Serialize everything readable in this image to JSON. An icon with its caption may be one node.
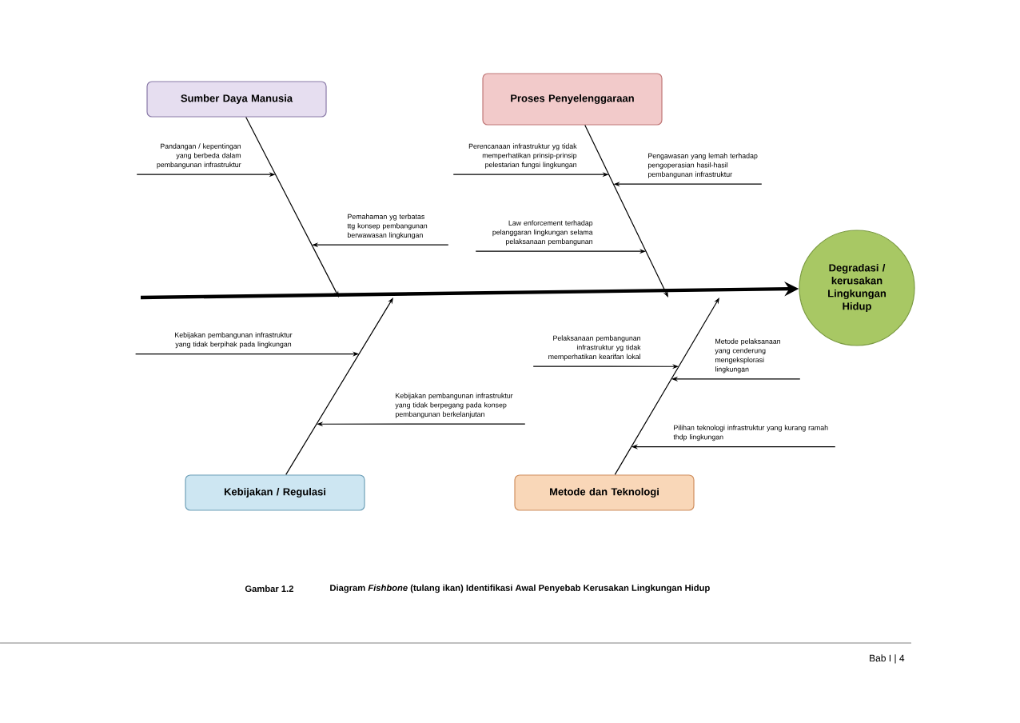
{
  "diagram": {
    "caption": "Diagram *Fishbone* (tulang ikan) Identifikasi Awal Penyebab Kerusakan Lingkungan Hidup",
    "nodes": [
      {
        "text": [
          "Sumber Daya Manusia"
        ]
      },
      {
        "text": [
          "Proses Penyelenggaraan"
        ]
      },
      {
        "text": [
          "Kebijakan / Regulasi"
        ]
      },
      {
        "text": [
          "Metode dan Teknologi"
        ]
      },
      {
        "text": [
          "Degradasi / kerusakan Lingkungan Hidup"
        ]
      },
      {
        "text": [
          "Pandangan / kepentingan yang berbeda dalam pembangunan infrastruktur"
        ]
      },
      {
        "text": [
          "Pemahaman yg terbatas ttg konsep pembangunan berwawasan lingkungan"
        ]
      },
      {
        "text": [
          "Perencanaan infrastruktur yg tidak memperhatikan prinsip-prinsip pelestarian fungsi lingkungan"
        ]
      },
      {
        "text": [
          "Law enforcement terhadap pelanggaran lingkungan selama pelaksanaan pembangunan"
        ]
      },
      {
        "text": [
          "Pengawasan yang lemah terhadap pengoperasian hasil-hasil pembangunan infrastruktur"
        ]
      },
      {
        "text": [
          "Kebijakan pembangunan infrastruktur yang tidak berpihak pada lingkungan"
        ]
      },
      {
        "text": [
          "Kebijakan pembangunan infrastruktur yang tidak berpegang pada konsep pembangunan berkelanjutan"
        ]
      },
      {
        "text": [
          "Pelaksanaan pembangunan infrastruktur yg tidak memperhatikan kearifan lokal"
        ]
      },
      {
        "text": [
          "Metode pelaksanaan yang cenderung mengeksplorasi lingkungan"
        ]
      },
      {
        "text": [
          "Pilihan teknologi infrastruktur yang kurang ramah thdp lingkungan"
        ]
      }
    ],
    "edges": [
      {
        "from": null,
        "to": 4,
        "arrow": "to",
        "style": "thick"
      },
      {
        "from": 0,
        "to": null,
        "arrow": "to"
      },
      {
        "from": 1,
        "to": null,
        "arrow": "to"
      },
      {
        "from": 2,
        "to": null,
        "arrow": "to"
      },
      {
        "from": 3,
        "to": null,
        "arrow": "to"
      },
      {
        "from": 5,
        "to": null,
        "arrow": "to"
      },
      {
        "from": 6,
        "to": null,
        "arrow": "to"
      },
      {
        "from": 7,
        "to": null,
        "arrow": "to"
      },
      {
        "from": 8,
        "to": null,
        "arrow": "to"
      },
      {
        "from": 9,
        "to": null,
        "arrow": "to"
      },
      {
        "from": 10,
        "to": null,
        "arrow": "to"
      },
      {
        "from": 11,
        "to": null,
        "arrow": "to"
      },
      {
        "from": 12,
        "to": null,
        "arrow": "to"
      },
      {
        "from": 13,
        "to": null,
        "arrow": "to"
      },
      {
        "from": 14,
        "to": null,
        "arrow": "to"
      }
    ],
    "labels": [
      "Gambar 1.2",
      "Bab I | 4"
    ]
  }
}
